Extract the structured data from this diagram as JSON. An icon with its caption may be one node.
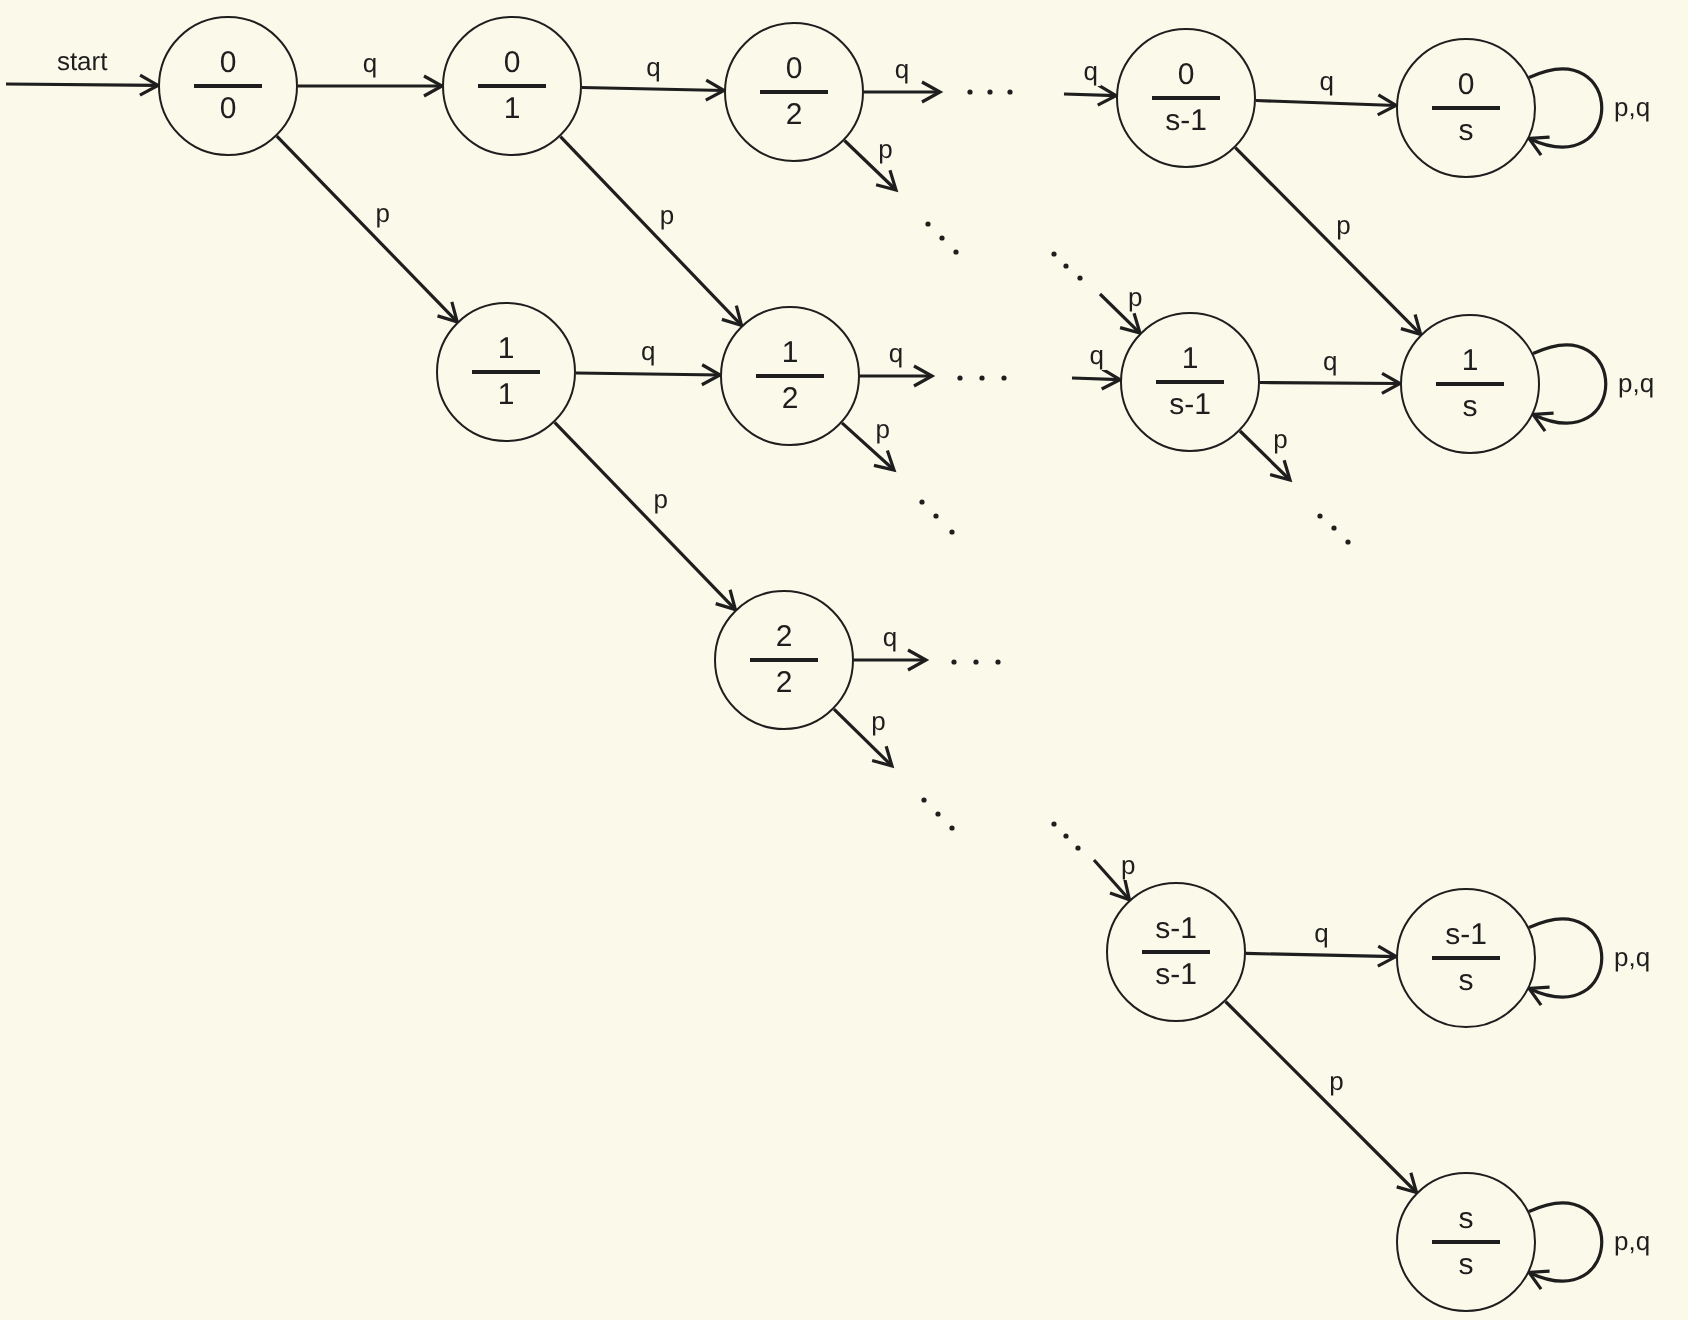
{
  "diagram": {
    "nodes": [
      {
        "text": [
          "0",
          "0"
        ]
      },
      {
        "text": [
          "0",
          "1"
        ]
      },
      {
        "text": [
          "0",
          "2"
        ]
      },
      {
        "text": [
          "0",
          "s-1"
        ]
      },
      {
        "text": [
          "0",
          "s"
        ]
      },
      {
        "text": [
          "1",
          "1"
        ]
      },
      {
        "text": [
          "1",
          "2"
        ]
      },
      {
        "text": [
          "1",
          "s-1"
        ]
      },
      {
        "text": [
          "1",
          "s"
        ]
      },
      {
        "text": [
          "2",
          "2"
        ]
      },
      {
        "text": [
          "s-1",
          "s-1"
        ]
      },
      {
        "text": [
          "s-1",
          "s"
        ]
      },
      {
        "text": [
          "s",
          "s"
        ]
      }
    ],
    "edges": [
      {
        "from": null,
        "to": 0,
        "arrow": "to",
        "label": "start"
      },
      {
        "from": 0,
        "to": 1,
        "arrow": "to",
        "label": "q"
      },
      {
        "from": 1,
        "to": 2,
        "arrow": "to",
        "label": "q"
      },
      {
        "from": 2,
        "to": null,
        "arrow": "to",
        "label": "q"
      },
      {
        "from": null,
        "to": 3,
        "arrow": "to",
        "label": "q"
      },
      {
        "from": 3,
        "to": 4,
        "arrow": "to",
        "label": "q"
      },
      {
        "from": 4,
        "to": 4,
        "arrow": "to",
        "label": "p,q"
      },
      {
        "from": 0,
        "to": 5,
        "arrow": "to",
        "label": "p"
      },
      {
        "from": 1,
        "to": 6,
        "arrow": "to",
        "label": "p"
      },
      {
        "from": 2,
        "to": null,
        "arrow": "to",
        "label": "p"
      },
      {
        "from": 3,
        "to": 8,
        "arrow": "to",
        "label": "p"
      },
      {
        "from": 5,
        "to": 6,
        "arrow": "to",
        "label": "q"
      },
      {
        "from": 6,
        "to": null,
        "arrow": "to",
        "label": "q"
      },
      {
        "from": null,
        "to": 7,
        "arrow": "to",
        "label": "q"
      },
      {
        "from": 7,
        "to": 8,
        "arrow": "to",
        "label": "q"
      },
      {
        "from": 8,
        "to": 8,
        "arrow": "to",
        "label": "p,q"
      },
      {
        "from": 6,
        "to": null,
        "arrow": "to",
        "label": "p"
      },
      {
        "from": null,
        "to": 7,
        "arrow": "to",
        "label": "p"
      },
      {
        "from": 7,
        "to": null,
        "arrow": "to",
        "label": "p"
      },
      {
        "from": 5,
        "to": 9,
        "arrow": "to",
        "label": "p"
      },
      {
        "from": 9,
        "to": null,
        "arrow": "to",
        "label": "q"
      },
      {
        "from": 9,
        "to": null,
        "arrow": "to",
        "label": "p"
      },
      {
        "from": null,
        "to": 10,
        "arrow": "to",
        "label": "p"
      },
      {
        "from": 10,
        "to": 11,
        "arrow": "to",
        "label": "q"
      },
      {
        "from": 11,
        "to": 11,
        "arrow": "to",
        "label": "p,q"
      },
      {
        "from": 10,
        "to": 12,
        "arrow": "to",
        "label": "p"
      },
      {
        "from": 12,
        "to": 12,
        "arrow": "to",
        "label": "p,q"
      }
    ]
  }
}
